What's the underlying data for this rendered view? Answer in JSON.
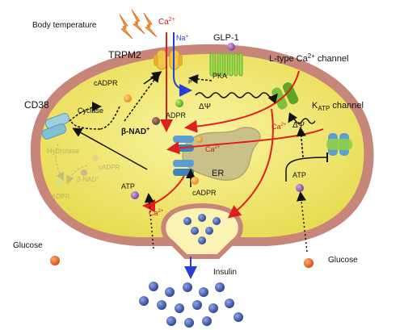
{
  "labels": {
    "body_temperature": "Body temperature",
    "ca_top": "Ca",
    "ca_sup": "2+",
    "na": "Na",
    "na_sup": "+",
    "glp1": "GLP-1",
    "trpm2": "TRPM2",
    "ltype_pre": "L-type Ca",
    "ltype_sup": "2+",
    "ltype_post": " channel",
    "cd38": "CD38",
    "cadpr_1": "cADPR",
    "p": "P",
    "pka": "PKA",
    "cyclase": "Cyclase",
    "adpr_1": "ADPR",
    "delta_psi_1": "ΔΨ",
    "beta_nad_1": "β-NAD",
    "beta_nad_sup": "+",
    "katp_k": "K",
    "katp_sub": "ATP",
    "katp_post": " channel",
    "ca_right": "Ca",
    "ca_right_sup": "2+",
    "delta_psi_2": "ΔΨ",
    "hydrolase": "Hydrolase",
    "cadpr_faint": "cADPR",
    "beta_nad_faint": "β-NAD",
    "beta_nad_faint_sup": "+",
    "adpr_faint": "ADPR",
    "ca_er": "Ca",
    "ca_er_sup": "2+",
    "er": "ER",
    "atp_left": "ATP",
    "atp_right": "ATP",
    "cadpr_2": "cADPR",
    "ca_bottom": "Ca",
    "ca_bottom_sup": "2+",
    "glucose_left": "Glucose",
    "glucose_right": "Glucose",
    "insulin": "Insulin"
  },
  "colors": {
    "cell_fill": "#f2e96a",
    "membrane": "#c8857a",
    "calcium_arrow": "#e01e1e",
    "er_fill": "#c9c08a",
    "channel_blue": "#5a9fd0",
    "channel_green": "#8dcf3c",
    "trpm2_yellow": "#f1c64b",
    "insulin_blue": "#3550a0",
    "glucose_orange": "#e0651e"
  }
}
